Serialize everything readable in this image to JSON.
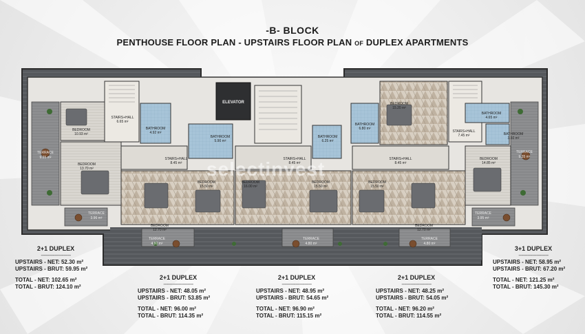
{
  "header": {
    "block_title": "-B- BLOCK",
    "subtitle_main": "PENTHOUSE FLOOR PLAN - UPSTAIRS FLOOR PLAN ",
    "subtitle_of": "OF",
    "subtitle_end": " DUPLEX APARTMENTS"
  },
  "watermark": "selectinvest",
  "rooms": {
    "elevator": "ELEVATOR",
    "u1": {
      "bedroom_a": "BEDROOM",
      "bedroom_a_area": "10.93 m²",
      "stairs": "STAIRS+HALL",
      "stairs_area": "6.65 m²",
      "bathroom": "BATHROOM",
      "bathroom_area": "4.92 m²",
      "terrace_w": "TERRACE",
      "terrace_w_area": "9.35 m²",
      "bedroom_b": "BEDROOM",
      "bedroom_b_area": "13.70 m²",
      "terrace_s": "TERRACE",
      "terrace_s_area": "3.96 m²"
    },
    "u2": {
      "stairs": "STAIRS+HALL",
      "stairs_area": "8.45 m²",
      "bathroom": "BATHROOM",
      "bathroom_area": "5.90 m²",
      "bedroom_a": "BEDROOM",
      "bedroom_a_area": "15.50 m²",
      "bedroom_b": "BEDROOM",
      "bedroom_b_area": "12.70 m²",
      "terrace": "TERRACE",
      "terrace_area": "4.80 m²"
    },
    "u3": {
      "stairs": "STAIRS+HALL",
      "stairs_area": "8.45 m²",
      "bathroom": "BATHROOM",
      "bathroom_area": "6.25 m²",
      "bedroom_a": "BEDROOM",
      "bedroom_a_area": "16.00 m²",
      "bedroom_b": "BEDROOM",
      "bedroom_b_area": "15.50 m²",
      "terrace": "TERRACE",
      "terrace_area": "4.80 m²"
    },
    "u4": {
      "bathroom": "BATHROOM",
      "bathroom_area": "6.80 m²",
      "stairs": "STAIRS+HALL",
      "stairs_area": "8.45 m²",
      "bedroom_a": "BEDROOM",
      "bedroom_a_area": "15.50 m²",
      "bedroom_b": "BEDROOM",
      "bedroom_b_area": "12.70 m²",
      "terrace": "TERRACE",
      "terrace_area": "4.80 m²"
    },
    "u5": {
      "bedroom_a": "BEDROOM",
      "bedroom_a_area": "15.20 m²",
      "bathroom_a": "BATHROOM",
      "bathroom_a_area": "4.65 m²",
      "stairs": "STAIRS+HALL",
      "stairs_area": "7.45 m²",
      "bathroom_b": "BATHROOM",
      "bathroom_b_area": "3.50 m²",
      "terrace_e": "TERRACE",
      "terrace_e_area": "9.35 m²",
      "bedroom_b": "BEDROOM",
      "bedroom_b_area": "14.85 m²",
      "terrace_s": "TERRACE",
      "terrace_s_area": "3.95 m²"
    }
  },
  "specs": [
    {
      "type": "2+1 DUPLEX",
      "dash": "--------------------",
      "up_net": "UPSTAIRS - NET: 52.30 m²",
      "up_brut": "UPSTAIRS - BRUT: 59.95 m²",
      "total_net": "TOTAL - NET: 102.65 m²",
      "total_brut": "TOTAL - BRUT: 124.10 m²"
    },
    {
      "type": "2+1 DUPLEX",
      "dash": "--------------------",
      "up_net": "UPSTAIRS - NET: 48.05 m²",
      "up_brut": "UPSTAIRS - BRUT: 53.85 m²",
      "total_net": "TOTAL - NET: 96.00 m²",
      "total_brut": "TOTAL - BRUT: 114.35 m²"
    },
    {
      "type": "2+1 DUPLEX",
      "dash": "--------------------",
      "up_net": "UPSTAIRS - NET: 48.95 m²",
      "up_brut": "UPSTAIRS - BRUT: 54.65 m²",
      "total_net": "TOTAL - NET: 96.90 m²",
      "total_brut": "TOTAL - BRUT: 115.15 m²"
    },
    {
      "type": "2+1 DUPLEX",
      "dash": "--------------------",
      "up_net": "UPSTAIRS - NET: 48.25 m²",
      "up_brut": "UPSTAIRS - BRUT: 54.05 m²",
      "total_net": "TOTAL - NET: 96.20 m²",
      "total_brut": "TOTAL - BRUT: 114.55 m²"
    },
    {
      "type": "3+1 DUPLEX",
      "dash": "--------------------",
      "up_net": "UPSTAIRS - NET: 58.95 m²",
      "up_brut": "UPSTAIRS - BRUT: 67.20 m²",
      "total_net": "TOTAL - NET: 121.25 m²",
      "total_brut": "TOTAL - BRUT: 145.30 m²"
    }
  ]
}
